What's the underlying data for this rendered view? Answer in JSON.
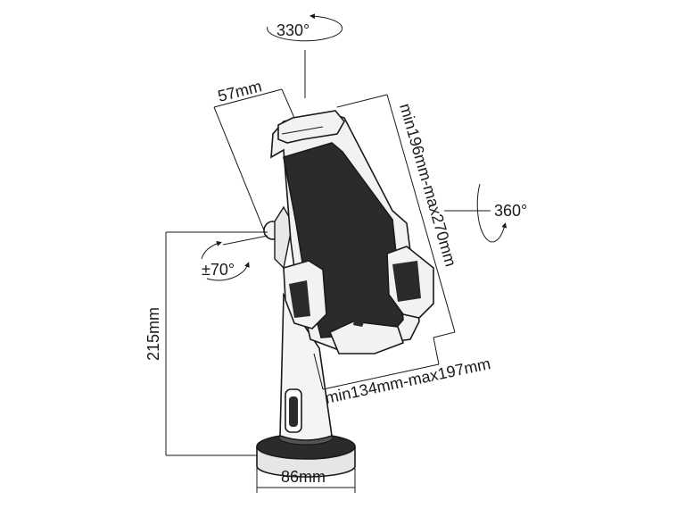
{
  "labels": {
    "rotation_top": "330°",
    "rotation_side": "360°",
    "tilt": "±70°",
    "depth": "57mm",
    "height_range": "min196mm-max270mm",
    "width_range": "min134mm-max197mm",
    "stand_height": "215mm",
    "base_width": "86mm"
  },
  "colors": {
    "line": "#1a1a1a",
    "body": "#2b2b2b",
    "light": "#f2f2f2",
    "grey": "#bfbfbf"
  }
}
